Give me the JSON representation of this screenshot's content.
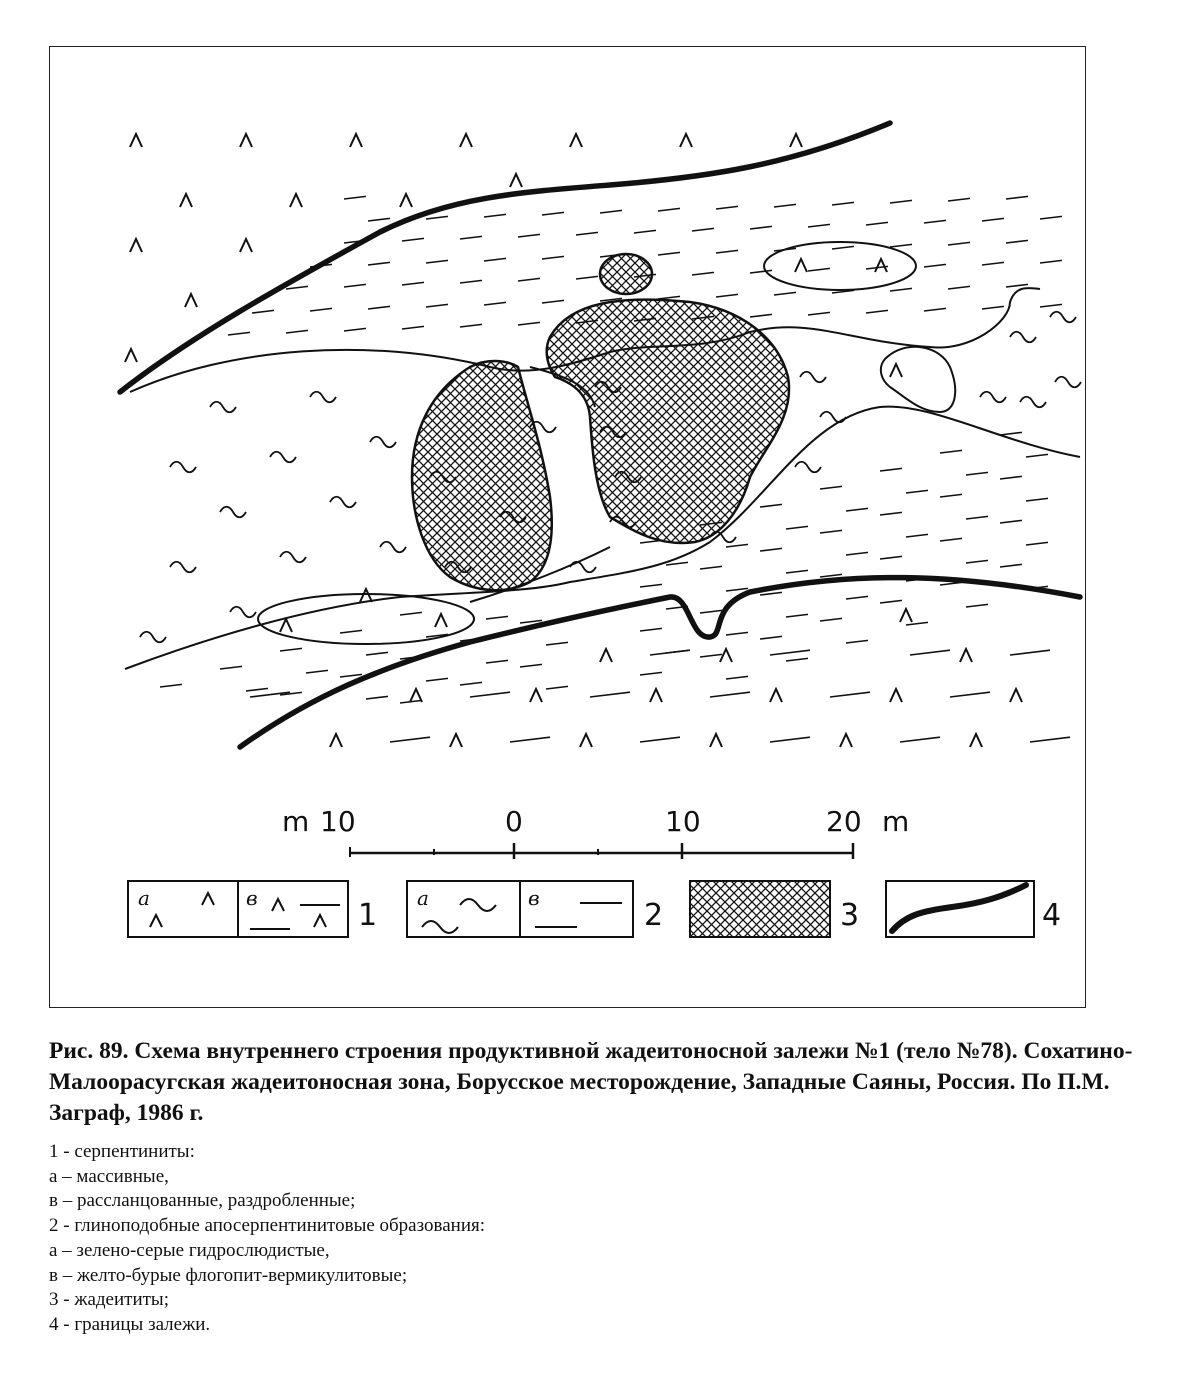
{
  "caption": "Рис. 89. Схема внутреннего строения продуктивной жадеитоносной залежи №1 (тело №78). Сохатино-Малоорасугская жадеитоносная зона, Борусское месторождение, Западные Саяны, Россия. По П.М. Заграф, 1986 г.",
  "notes": [
    "1 - серпентиниты:",
    "а – массивные,",
    "в – рассланцованные, раздробленные;",
    "2 - глиноподобные апосерпентинитовые образования:",
    "а – зелено-серые гидрослюдистые,",
    "в – желто-бурые флогопит-вермикулитовые;",
    "3 - жадеититы;",
    "4 - границы залежи."
  ],
  "scale": {
    "unit_left": "m",
    "unit_right": "m",
    "ticks": [
      "10",
      "0",
      "10",
      "20"
    ]
  },
  "legend": {
    "items": [
      {
        "number": "1",
        "sub_a": "а",
        "sub_b": "в"
      },
      {
        "number": "2",
        "sub_a": "а",
        "sub_b": "в"
      },
      {
        "number": "3"
      },
      {
        "number": "4"
      }
    ]
  },
  "colors": {
    "ink": "#111111",
    "background": "#ffffff"
  }
}
